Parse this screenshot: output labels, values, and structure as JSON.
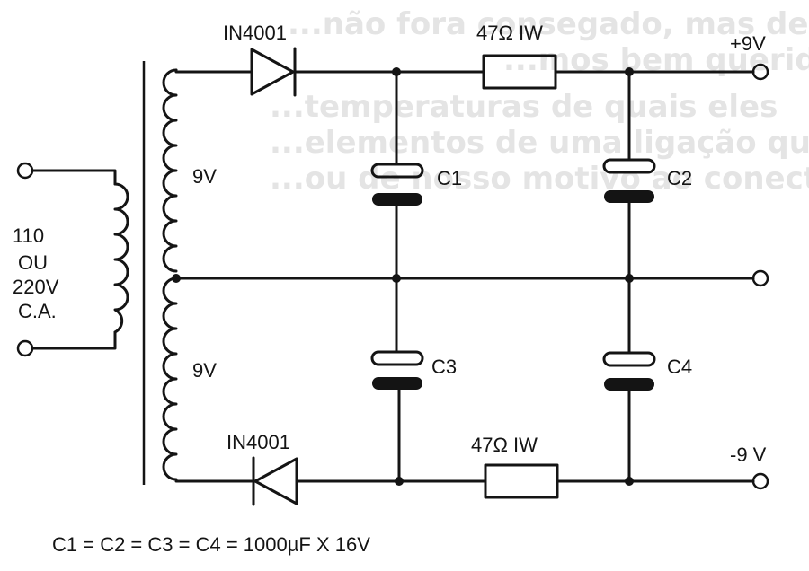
{
  "background_text": [
    "...não fora consegado, mas devemos lembrar",
    "...mos bem queridos para as",
    "...temperaturas de quais eles",
    "...elementos de uma ligação que",
    "...ou de nosso motivo ao conectar"
  ],
  "labels": {
    "diode_top": "IN4001",
    "diode_bottom": "IN4001",
    "resistor_top": "47Ω  IW",
    "resistor_bottom": "47Ω IW",
    "out_pos": "+9V",
    "out_neg": "-9 V",
    "winding_top": "9V",
    "winding_bottom": "9V",
    "c1": "C1",
    "c2": "C2",
    "c3": "C3",
    "c4": "C4",
    "input_1": "110",
    "input_2": "OU",
    "input_3": "220V",
    "input_4": "C.A.",
    "footnote": "C1 = C2 = C3 = C4 = 1000µF X 16V"
  },
  "colors": {
    "ink": "#141414",
    "paper": "#ffffff",
    "bleed": "#e4e4e4"
  }
}
